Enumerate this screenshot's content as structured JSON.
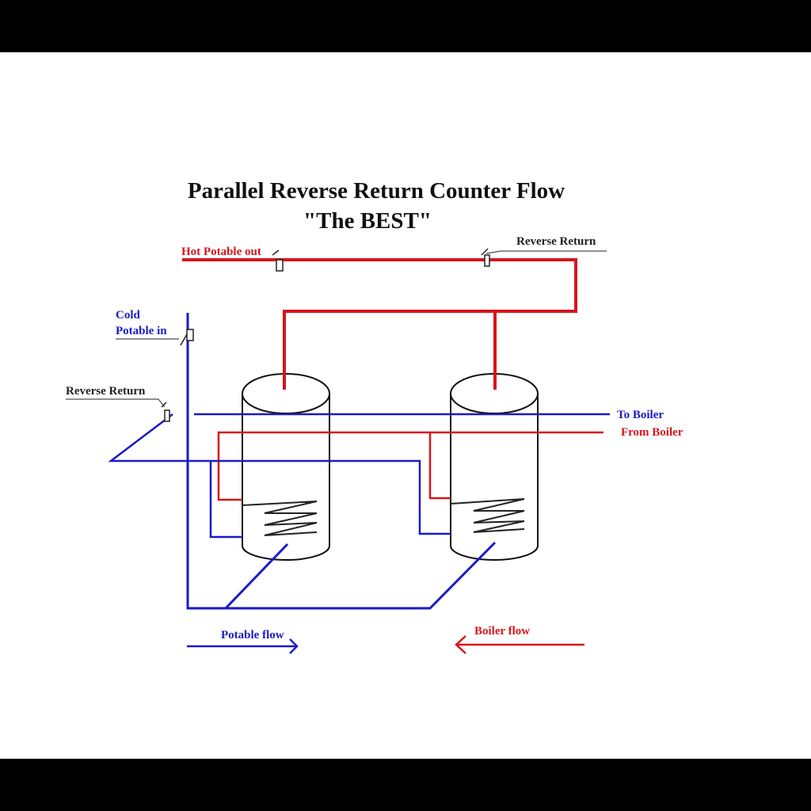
{
  "diagram": {
    "title": "Parallel Reverse Return Counter Flow",
    "subtitle": "\"The BEST\"",
    "labels": {
      "hot_potable_out": "Hot Potable out",
      "reverse_return_top": "Reverse Return",
      "cold_potable_line1": "Cold",
      "cold_potable_line2": "Potable in",
      "reverse_return_left": "Reverse Return",
      "to_boiler": "To Boiler",
      "from_boiler": "From Boiler",
      "potable_flow": "Potable flow",
      "boiler_flow": "Boiler flow"
    },
    "colors": {
      "potable": "#1a1ac8",
      "boiler": "#d8141c",
      "outline": "#111111",
      "frame": "#000000",
      "background": "#ffffff"
    },
    "flow_directions": {
      "potable_flow": "right",
      "boiler_flow": "left"
    }
  }
}
